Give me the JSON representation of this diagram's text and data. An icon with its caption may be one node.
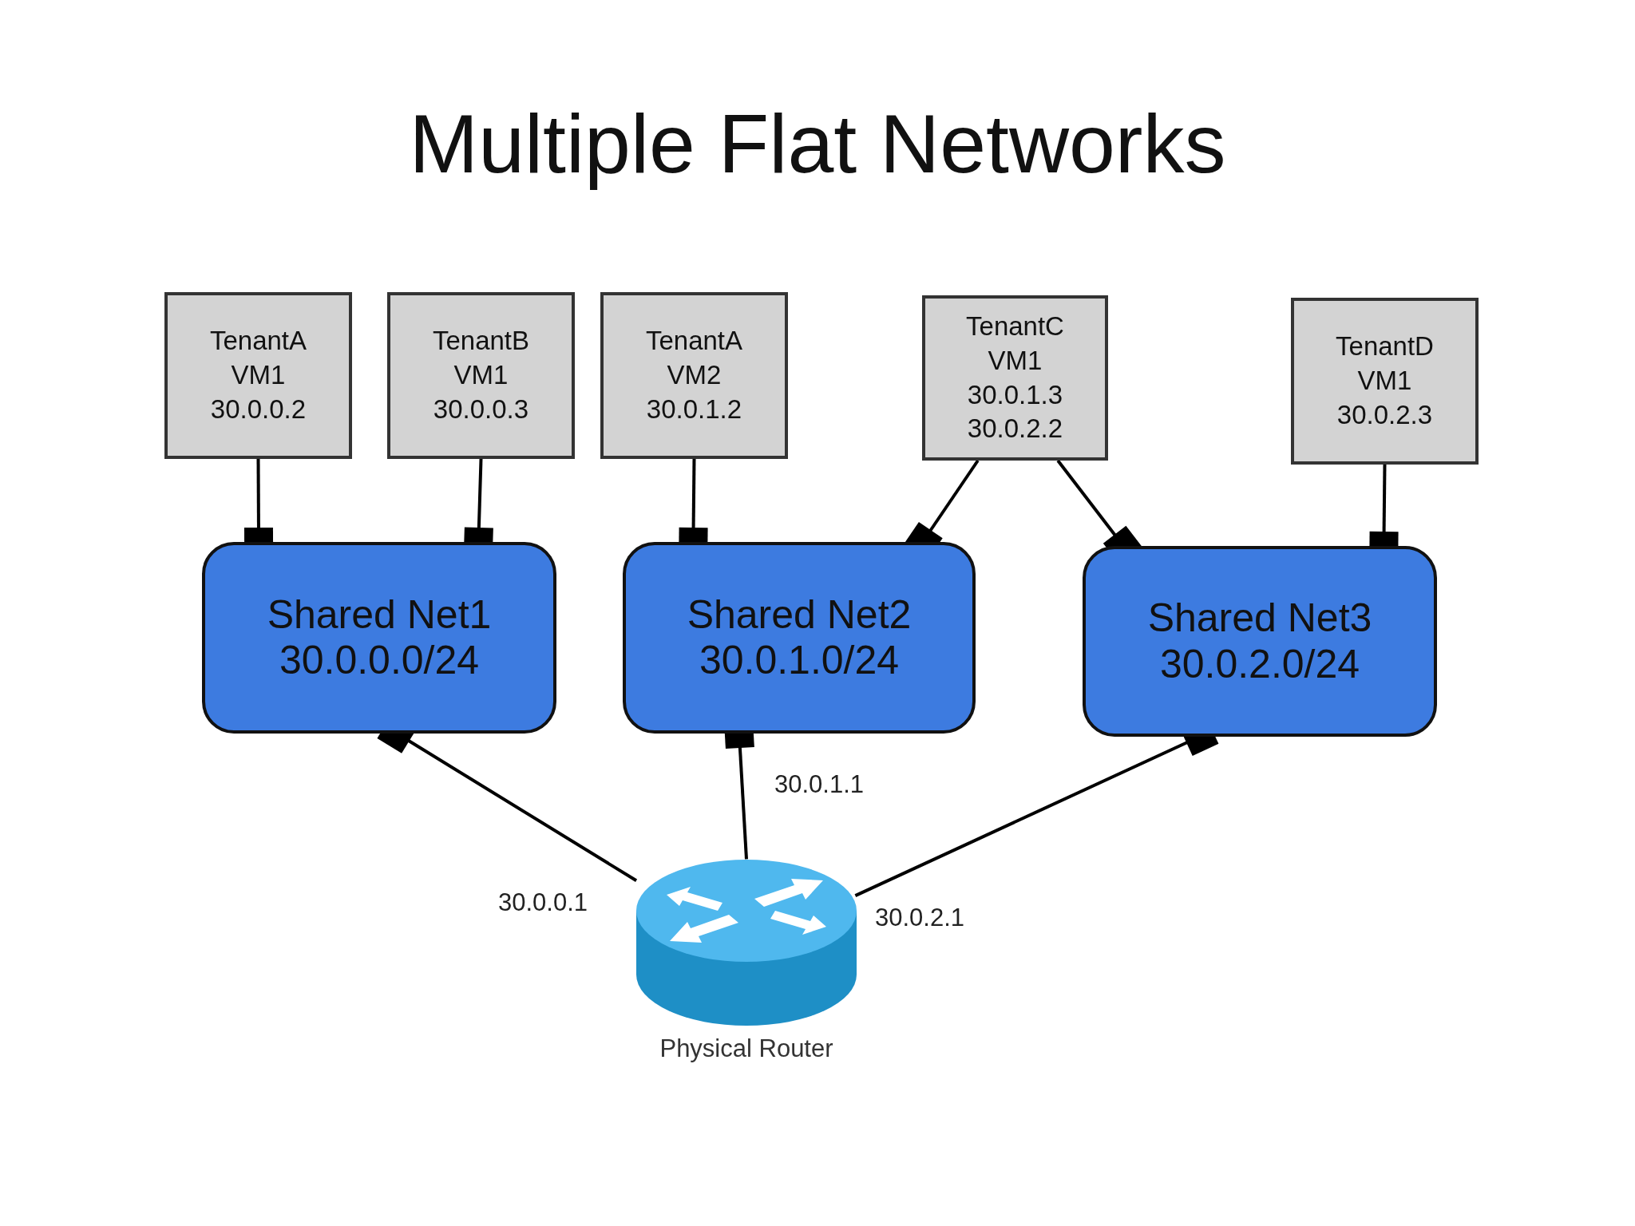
{
  "diagram": {
    "title": "Multiple Flat Networks",
    "nodes": [
      {
        "text": [
          "TenantA",
          "VM1",
          "30.0.0.2"
        ]
      },
      {
        "text": [
          "TenantB",
          "VM1",
          "30.0.0.3"
        ]
      },
      {
        "text": [
          "TenantA",
          "VM2",
          "30.0.1.2"
        ]
      },
      {
        "text": [
          "TenantC",
          "VM1",
          "30.0.1.3",
          "30.0.2.2"
        ]
      },
      {
        "text": [
          "TenantD",
          "VM1",
          "30.0.2.3"
        ]
      },
      {
        "text": [
          "Shared Net1",
          "30.0.0.0/24"
        ]
      },
      {
        "text": [
          "Shared Net2",
          "30.0.1.0/24"
        ]
      },
      {
        "text": [
          "Shared Net3",
          "30.0.2.0/24"
        ]
      },
      {
        "text": [
          "Physical Router"
        ]
      }
    ],
    "edges": [
      {
        "from": 5,
        "to": 0,
        "arrow": "other"
      },
      {
        "from": 5,
        "to": 1,
        "arrow": "other"
      },
      {
        "from": 6,
        "to": 2,
        "arrow": "other"
      },
      {
        "from": 6,
        "to": 3,
        "arrow": "other"
      },
      {
        "from": 7,
        "to": 3,
        "arrow": "other"
      },
      {
        "from": 7,
        "to": 4,
        "arrow": "other"
      },
      {
        "from": 5,
        "to": 8,
        "arrow": "other",
        "label": "30.0.0.1"
      },
      {
        "from": 6,
        "to": 8,
        "arrow": "other",
        "label": "30.0.1.1"
      },
      {
        "from": 7,
        "to": 8,
        "arrow": "other",
        "label": "30.0.2.1"
      }
    ]
  }
}
